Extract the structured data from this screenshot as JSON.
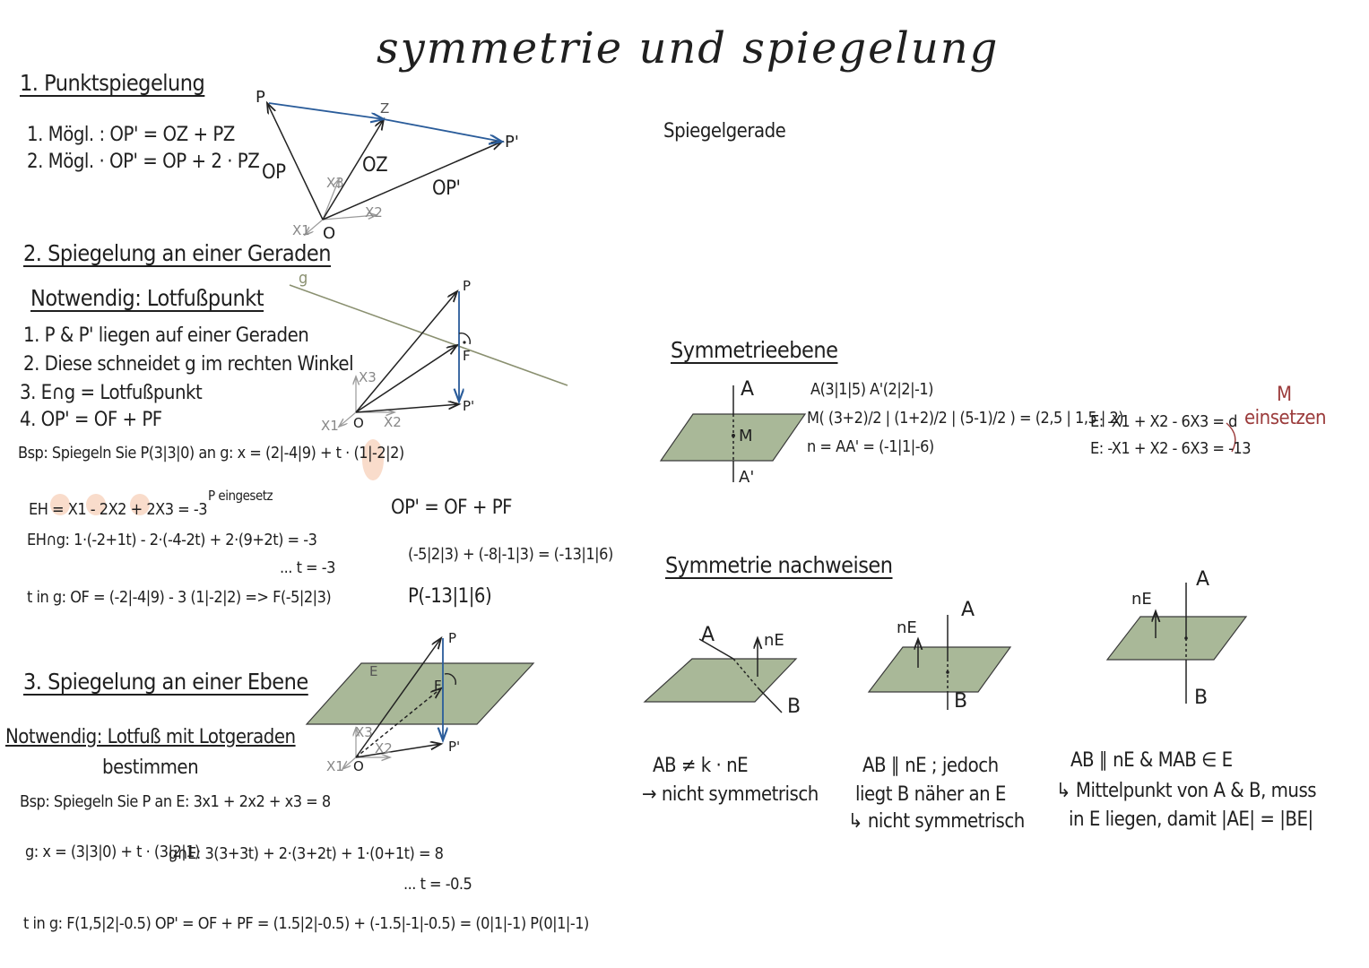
{
  "title": "symmetrie und spiegelung",
  "colors": {
    "plane": "#a9b898",
    "plane_stroke": "#3a3a3a",
    "line_g": "#8a9070",
    "blue": "#2a5c9a",
    "axes": "#9a9a9a",
    "highlight": "#f9dccb",
    "red": "#9b3b3b"
  },
  "sec1": {
    "heading": "1. Punktspiegelung",
    "line1": "1. Mögl. : OP' = OZ + PZ",
    "line2": "2. Mögl. · OP' = OP + 2 · PZ",
    "fig": {
      "P": "P",
      "Z": "Z",
      "Pp": "P'",
      "OP": "OP",
      "OZ": "OZ",
      "OPp": "OP'",
      "O": "O",
      "x1": "X1",
      "x2": "X2",
      "x3": "X3"
    }
  },
  "sec2": {
    "heading": "2. Spiegelung an einer Geraden",
    "notwendig": "Notwendig: Lotfußpunkt",
    "l1": "1. P & P' liegen auf einer Geraden",
    "l2": "2. Diese schneidet g im rechten Winkel",
    "l3": "3. E∩g = Lotfußpunkt",
    "l4": "4. OP' = OF + PF",
    "bsp": "Bsp: Spiegeln Sie P(3|3|0) an g: x = (2|-4|9) + t · (1|-2|2)",
    "eh": "EH = X1 - 2X2 + 2X3 = -3",
    "eh_note": "P eingesetz",
    "ehg": "EH∩g: 1·(-2+1t) - 2·(-4-2t) + 2·(9+2t) = -3",
    "t": "... t = -3",
    "ting": "t in g:  OF = (-2|-4|9) - 3 (1|-2|2)  => F(-5|2|3)",
    "opp": "OP' = OF + PF",
    "vec_sum": "(-5|2|3) + (-8|-1|3) = (-13|1|6)",
    "result": "P(-13|1|6)",
    "fig": {
      "g": "g",
      "P": "P",
      "F": "F",
      "Pp": "P'",
      "O": "O",
      "x1": "X1",
      "x2": "X2",
      "x3": "X3"
    }
  },
  "sec3": {
    "heading": "3. Spiegelung an einer Ebene",
    "notwendig": "Notwendig: Lotfuß mit Lotgeraden",
    "notwendig2": "bestimmen",
    "bsp": "Bsp: Spiegeln Sie P an E: 3x1 + 2x2 + x3 = 8",
    "g": "g: x = (3|3|0) + t · (3|2|1)",
    "gne": "g∩E: 3(3+3t) + 2·(3+2t) + 1·(0+1t) = 8",
    "t": "... t = -0.5",
    "ting": "t in g: F(1,5|2|-0.5)   OP' = OF + PF = (1.5|2|-0.5) + (-1.5|-1|-0.5) = (0|1|-1)  P(0|1|-1)",
    "fig": {
      "E": "E",
      "P": "P",
      "F": "F",
      "Pp": "P'",
      "O": "O",
      "x1": "X1",
      "x2": "X2",
      "x3": "X3"
    }
  },
  "right": {
    "spiegelgerade": "Spiegelgerade",
    "symmetrieebene": "Symmetrieebene",
    "fig": {
      "A": "A",
      "M": "M",
      "Ap": "A'"
    },
    "calc1": "A(3|1|5)  A'(2|2|-1)",
    "calc2": "M( (3+2)/2 | (1+2)/2 | (5-1)/2 ) = (2,5 | 1,5 | 2)",
    "calc3": "n = AA' = (-1|1|-6)",
    "eq1": "E: -X1 + X2 - 6X3 = d",
    "eq2": "E: -X1 + X2 - 6X3 = -13",
    "m_label": "M",
    "einsetzen": "einsetzen",
    "nachweisen": "Symmetrie nachweisen",
    "case1": {
      "A": "A",
      "B": "B",
      "nE": "nE",
      "l1": "AB ≠ k · nE",
      "l2": "→ nicht symmetrisch"
    },
    "case2": {
      "A": "A",
      "B": "B",
      "nE": "nE",
      "l1": "AB ∥ nE ; jedoch",
      "l2": "liegt B näher an E",
      "l3": "↳ nicht symmetrisch"
    },
    "case3": {
      "A": "A",
      "B": "B",
      "nE": "nE",
      "l1": "AB ∥ nE & MAB ∈ E",
      "l2": "↳ Mittelpunkt von A & B, muss",
      "l3": "in E liegen, damit |AE| = |BE|"
    }
  }
}
